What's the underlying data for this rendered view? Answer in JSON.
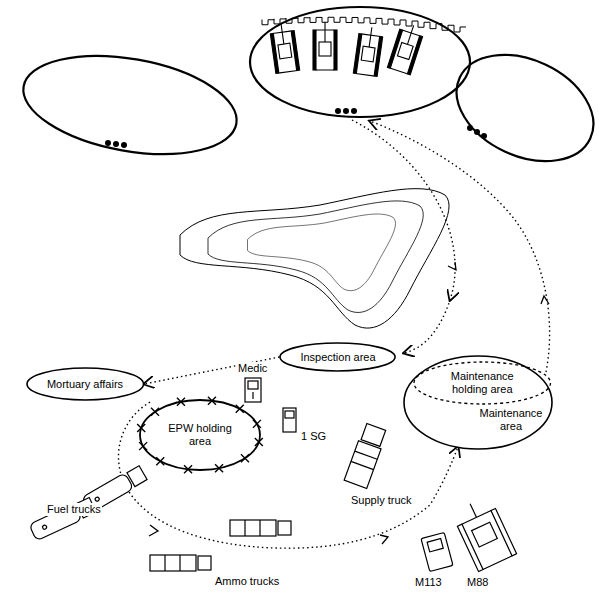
{
  "diagram": {
    "nodes": [
      {
        "text": [
          "Mortuary affairs"
        ]
      },
      {
        "text": [
          "EPW holding area"
        ]
      },
      {
        "text": [
          "Inspection area"
        ]
      },
      {
        "text": [
          "Maintenance area"
        ]
      },
      {
        "text": [
          "Maintenance holding area"
        ],
        "in": 3
      }
    ],
    "edges": [
      {
        "from": 2,
        "to": 0,
        "arrow": "to"
      }
    ],
    "labels": [
      "Medic",
      "1 SG",
      "Supply truck",
      "Fuel trucks",
      "Ammo trucks",
      "M113",
      "M88"
    ]
  }
}
